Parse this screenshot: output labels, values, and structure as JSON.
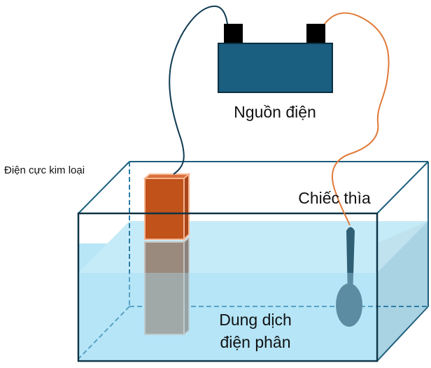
{
  "diagram": {
    "title": "Electroplating setup",
    "labels": {
      "power_source": "Nguồn điện",
      "metal_electrode": "Điện cực kim loại",
      "spoon": "Chiếc thìa",
      "solution_line1": "Dung dịch",
      "solution_line2": "điện phân"
    },
    "colors": {
      "battery_body": "#1a5e80",
      "battery_terminal": "#000000",
      "wire_left": "#0f3a52",
      "wire_right": "#e07a3a",
      "tank_edge": "#0e3345",
      "tank_back_edge": "#1d5f7d",
      "hidden_edge": "#2b7fa8",
      "liquid": "#b8e6f7",
      "liquid_side": "#a9d3e2",
      "electrode_top": "#c0521a",
      "electrode_top_border": "#f6b48f",
      "electrode_bottom": "#9a8a7e",
      "spoon": "#2f5f74"
    }
  }
}
